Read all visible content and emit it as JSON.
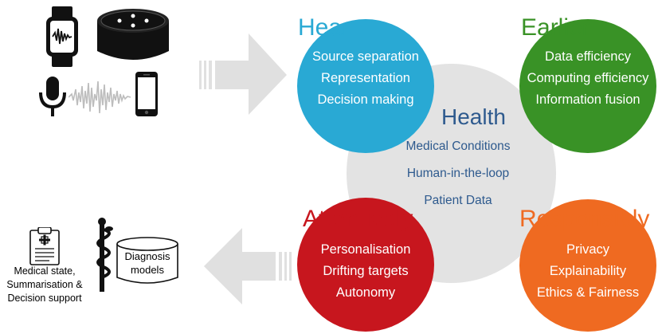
{
  "colors": {
    "hear": "#29A9D4",
    "earlier": "#399226",
    "attentively": "#C7161E",
    "responsibly": "#EF6A21",
    "center": "#E3E3E3",
    "health_text": "#2E5A8E",
    "arrow": "#E0E0E0"
  },
  "hear": {
    "title": "Hear",
    "items": [
      "Source separation",
      "Representation",
      "Decision making"
    ]
  },
  "earlier": {
    "title": "Earlier",
    "items": [
      "Data efficiency",
      "Computing efficiency",
      "Information fusion"
    ]
  },
  "attentively": {
    "title": "Attentively",
    "items": [
      "Personalisation",
      "Drifting targets",
      "Autonomy"
    ]
  },
  "responsibly": {
    "title": "Responsibly",
    "items": [
      "Privacy",
      "Explainability",
      "Ethics & Fairness"
    ]
  },
  "health": {
    "title": "Health",
    "items": [
      "Medical Conditions",
      "Human-in-the-loop",
      "Patient Data"
    ]
  },
  "inputs": {
    "icons": [
      "smartwatch-icon",
      "smart-speaker-icon",
      "microphone-icon",
      "waveform-icon",
      "smartphone-icon"
    ]
  },
  "outputs": {
    "medical_label": [
      "Medical state,",
      "Summarisation &",
      "Decision support"
    ],
    "database_label": [
      "Diagnosis",
      "models"
    ],
    "icons": [
      "clipboard-icon",
      "caduceus-icon",
      "database-icon"
    ]
  }
}
